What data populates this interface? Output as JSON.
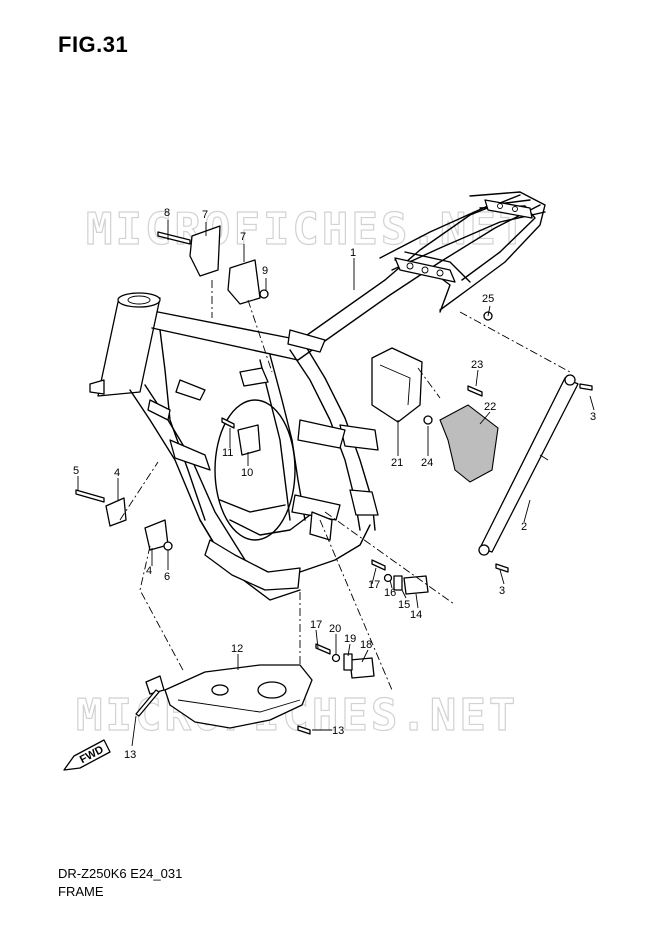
{
  "figure": {
    "title": "FIG.31"
  },
  "footer": {
    "model_code": "DR-Z250K6 E24_031",
    "section_name": "FRAME"
  },
  "watermark": {
    "text": "MICROFICHES.NET"
  },
  "direction_marker": {
    "label": "FWD"
  },
  "callouts": [
    {
      "label": "1"
    },
    {
      "label": "2"
    },
    {
      "label": "3"
    },
    {
      "label": "3"
    },
    {
      "label": "4"
    },
    {
      "label": "4"
    },
    {
      "label": "5"
    },
    {
      "label": "6"
    },
    {
      "label": "7"
    },
    {
      "label": "7"
    },
    {
      "label": "8"
    },
    {
      "label": "9"
    },
    {
      "label": "10"
    },
    {
      "label": "11"
    },
    {
      "label": "12"
    },
    {
      "label": "13"
    },
    {
      "label": "13"
    },
    {
      "label": "14"
    },
    {
      "label": "15"
    },
    {
      "label": "16"
    },
    {
      "label": "17"
    },
    {
      "label": "17"
    },
    {
      "label": "18"
    },
    {
      "label": "19"
    },
    {
      "label": "20"
    },
    {
      "label": "21"
    },
    {
      "label": "22"
    },
    {
      "label": "23"
    },
    {
      "label": "24"
    },
    {
      "label": "25"
    }
  ]
}
